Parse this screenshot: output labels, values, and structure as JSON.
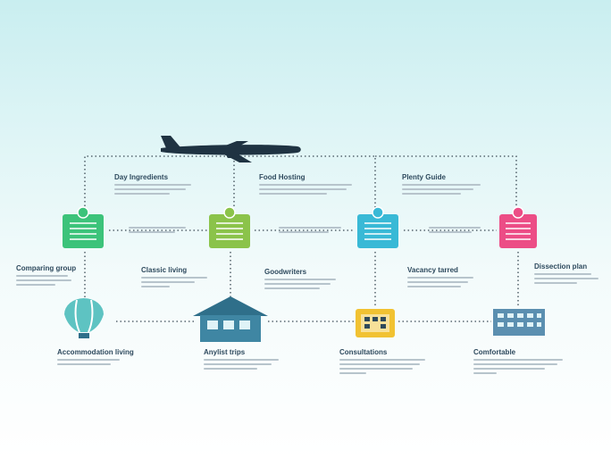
{
  "diagram": {
    "colors": {
      "background_top": "#c9eef0",
      "connector": "#3b4a55",
      "plane": "#1f3342",
      "green": "#3cc37a",
      "lime": "#8bc34a",
      "cyan": "#39b9d6",
      "pink": "#ec4d86",
      "balloon": "#5ec3c2",
      "house": "#2f6f8a",
      "yellow": "#f1c232",
      "building": "#5b8fb0"
    },
    "icons": {
      "top": [
        "airplane-icon"
      ],
      "row1": [
        "green-checklist-icon",
        "lime-checklist-icon",
        "cyan-checklist-icon",
        "pink-checklist-icon"
      ],
      "row2": [
        "hot-air-balloon-icon",
        "house-icon",
        "yellow-calendar-icon",
        "building-icon"
      ]
    },
    "headings_top": [
      "Day Ingredients",
      "Food Hosting",
      "Plenty Guide"
    ],
    "headings_mid": [
      "Comparing group",
      "Classic living",
      "Goodwriters",
      "Vacancy tarred",
      "Dissection plan"
    ],
    "headings_bottom": [
      "Accommodation living",
      "Anylist trips",
      "Consultations",
      "Comfortable"
    ]
  }
}
